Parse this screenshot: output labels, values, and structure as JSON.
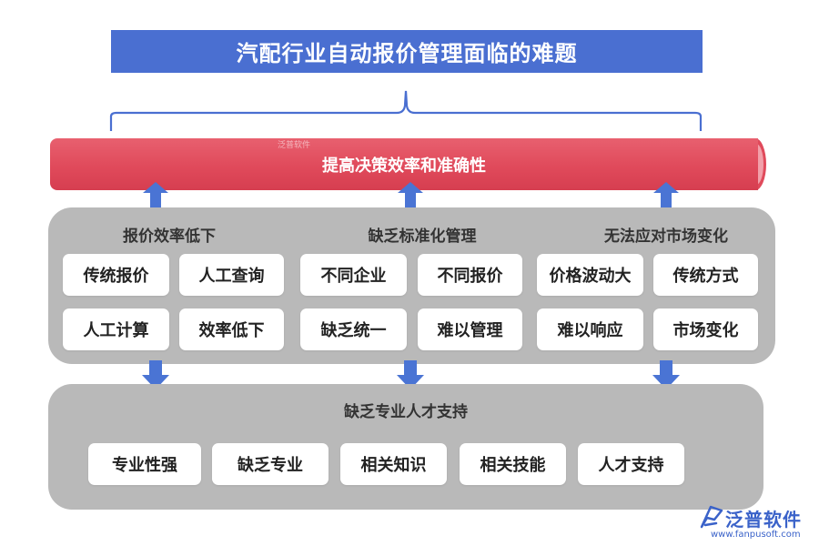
{
  "title": "汽配行业自动报价管理面临的难题",
  "banner": {
    "text": "提高决策效率和准确性",
    "watermark": "泛普软件"
  },
  "groups": [
    {
      "title": "报价效率低下",
      "items": [
        "传统报价",
        "人工查询",
        "人工计算",
        "效率低下"
      ]
    },
    {
      "title": "缺乏标准化管理",
      "items": [
        "不同企业",
        "不同报价",
        "缺乏统一",
        "难以管理"
      ]
    },
    {
      "title": "无法应对市场变化",
      "items": [
        "价格波动大",
        "传统方式",
        "难以响应",
        "市场变化"
      ]
    }
  ],
  "bottom": {
    "title": "缺乏专业人才支持",
    "items": [
      "专业性强",
      "缺乏专业",
      "相关知识",
      "相关技能",
      "人才支持"
    ]
  },
  "logo": {
    "name": "泛普软件",
    "url": "www.fanpusoft.com"
  },
  "colors": {
    "title_bg": "#4a6fd1",
    "banner": "#e04a5b",
    "panel": "#b9b9b9",
    "arrow": "#4a74d4"
  }
}
